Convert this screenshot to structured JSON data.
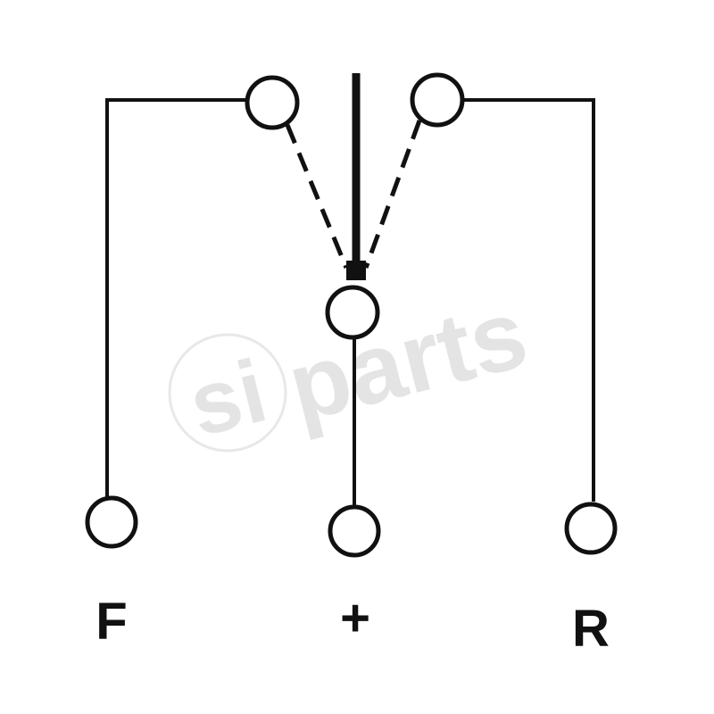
{
  "diagram": {
    "terminals": [
      {
        "id": "F",
        "label": "F"
      },
      {
        "id": "plus",
        "label": "+"
      },
      {
        "id": "R",
        "label": "R"
      }
    ],
    "watermark": "si parts",
    "colors": {
      "line": "#111111",
      "watermark": "#e2e2e2"
    }
  }
}
